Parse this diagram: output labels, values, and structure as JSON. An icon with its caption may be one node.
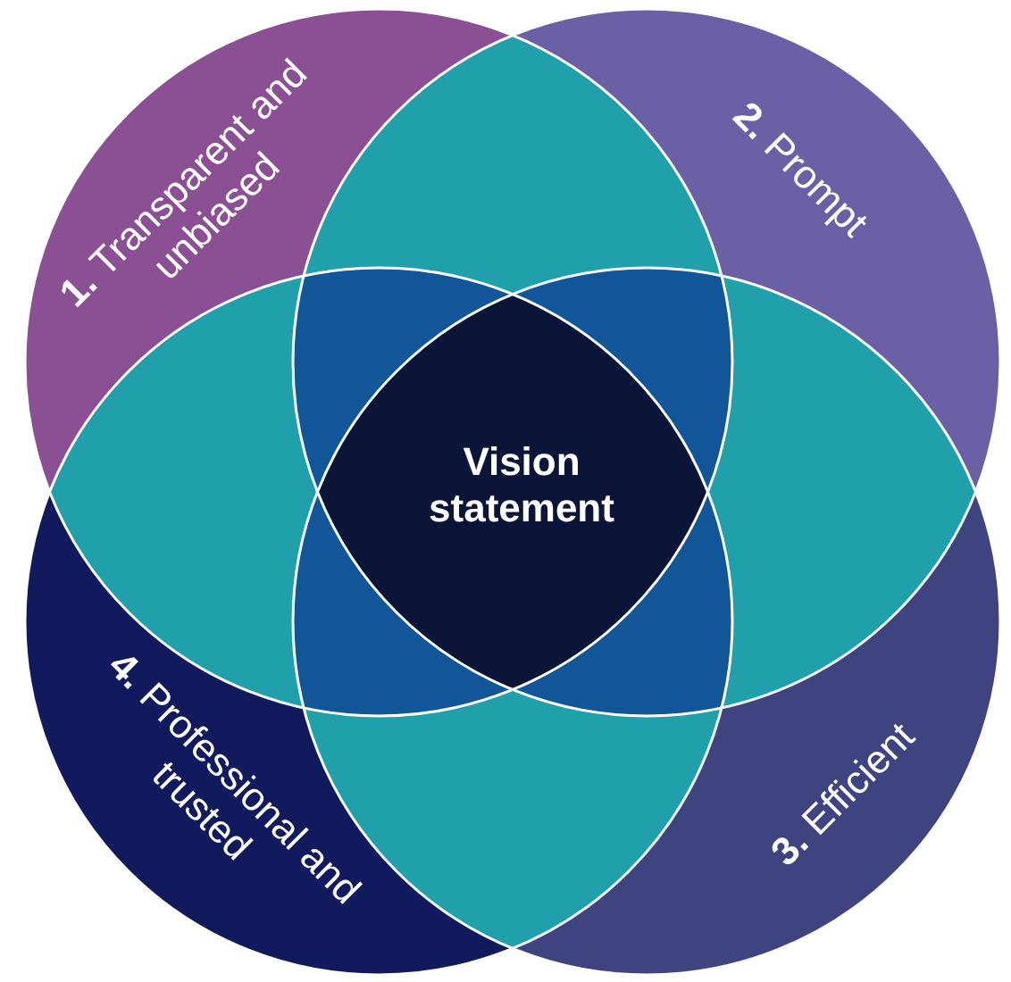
{
  "diagram": {
    "nodes": [
      {
        "text": [
          "**1.** Transparent and unbiased"
        ]
      },
      {
        "text": [
          "**2.** Prompt"
        ]
      },
      {
        "text": [
          "Vision statement"
        ]
      },
      {
        "text": [
          "**4.** Professional and trusted"
        ]
      },
      {
        "text": [
          "**3.** Efficient"
        ]
      }
    ]
  }
}
